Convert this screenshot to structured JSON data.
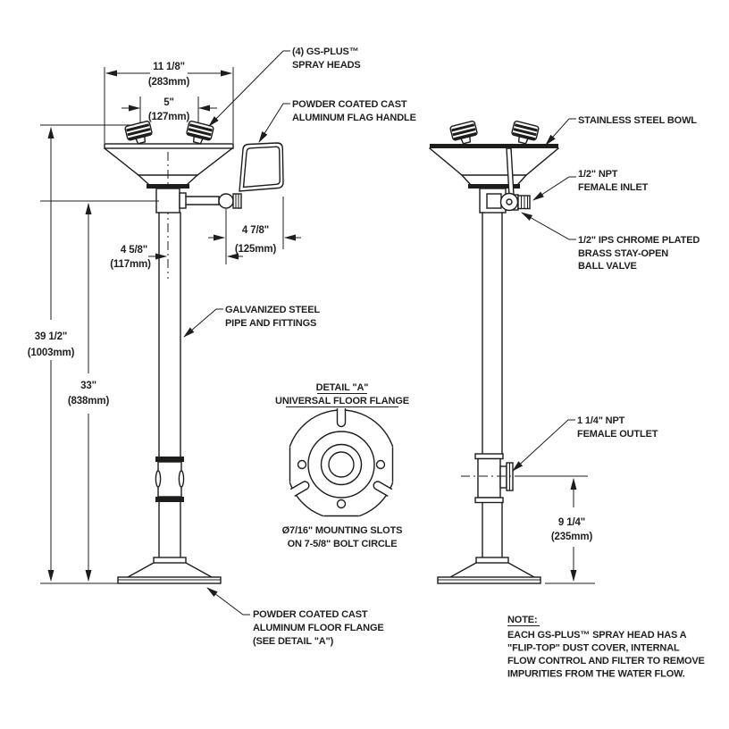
{
  "drawing": {
    "type": "technical-spec-drawing",
    "subject": "pedestal eyewash station",
    "colors": {
      "background": "#ffffff",
      "line": "#1d1d1b",
      "text": "#221f1f"
    }
  },
  "dims": {
    "bowl_width_in": "11 1/8\"",
    "bowl_width_mm": "(283mm)",
    "spray_spacing_in": "5\"",
    "spray_spacing_mm": "(127mm)",
    "arm_offset_in": "4 5/8\"",
    "arm_offset_mm": "(117mm)",
    "handle_offset_in": "4 7/8\"",
    "handle_offset_mm": "(125mm)",
    "overall_height_in": "39 1/2\"",
    "overall_height_mm": "(1003mm)",
    "valve_height_in": "33\"",
    "valve_height_mm": "(838mm)",
    "outlet_height_in": "9 1/4\"",
    "outlet_height_mm": "(235mm)"
  },
  "labels": {
    "spray_heads": [
      "(4) GS-PLUS™",
      "SPRAY HEADS"
    ],
    "flag_handle": [
      "POWDER COATED CAST",
      "ALUMINUM FLAG HANDLE"
    ],
    "bowl": "STAINLESS STEEL BOWL",
    "inlet": [
      "1/2\" NPT",
      "FEMALE INLET"
    ],
    "ball_valve": [
      "1/2\" IPS CHROME PLATED",
      "BRASS STAY-OPEN",
      "BALL VALVE"
    ],
    "pipe": [
      "GALVANIZED STEEL",
      "PIPE AND FITTINGS"
    ],
    "outlet": [
      "1 1/4\" NPT",
      "FEMALE OUTLET"
    ],
    "floor_flange": [
      "POWDER COATED CAST",
      "ALUMINUM FLOOR FLANGE",
      "(SEE DETAIL \"A\")"
    ]
  },
  "detail_a": {
    "title": "DETAIL \"A\"",
    "subtitle": "UNIVERSAL FLOOR FLANGE",
    "caption_line1": "Ø7/16\" MOUNTING SLOTS",
    "caption_line2": "ON 7-5/8\" BOLT CIRCLE"
  },
  "note": {
    "heading": "NOTE:",
    "lines": [
      "EACH GS-PLUS™ SPRAY HEAD HAS A",
      "\"FLIP-TOP\" DUST COVER, INTERNAL",
      "FLOW CONTROL AND FILTER TO REMOVE",
      "IMPURITIES FROM THE WATER FLOW."
    ]
  }
}
